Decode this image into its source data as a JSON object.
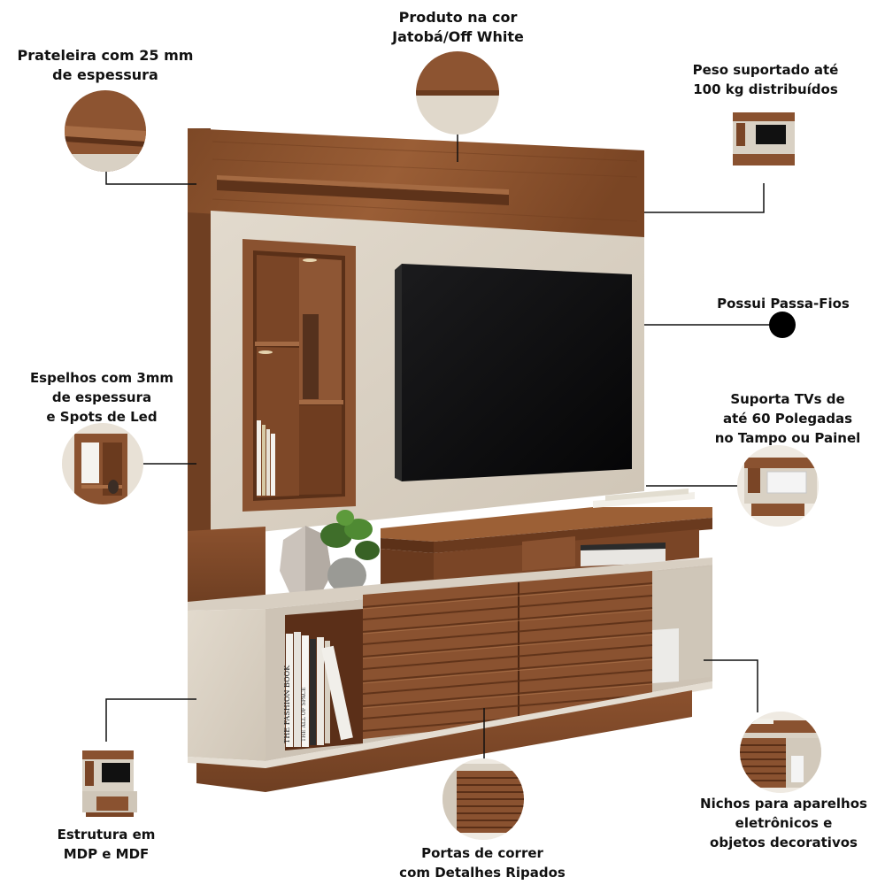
{
  "callouts": {
    "color": {
      "lines": [
        "Produto na cor",
        "Jatobá/Off White"
      ]
    },
    "shelf": {
      "lines": [
        "Prateleira com 25 mm",
        "de espessura"
      ]
    },
    "weight": {
      "lines": [
        "Peso suportado até",
        "100 kg distribuídos"
      ]
    },
    "cable": {
      "lines": [
        "Possui Passa-Fios"
      ]
    },
    "mirrors": {
      "lines": [
        "Espelhos com 3mm",
        "de espessura",
        "e Spots de Led"
      ]
    },
    "tv": {
      "lines": [
        "Suporta TVs de",
        "até 60 Polegadas",
        "no Tampo ou Painel"
      ]
    },
    "structure": {
      "lines": [
        "Estrutura em",
        "MDP e MDF"
      ]
    },
    "doors": {
      "lines": [
        "Portas de correr",
        "com Detalhes Ripados"
      ]
    },
    "niches": {
      "lines": [
        "Nichos para aparelhos",
        "eletrônicos e",
        "objetos decorativos"
      ]
    }
  },
  "books": {
    "spine_main": "THE FASHION BOOK",
    "spine_2": "THE ALL OF SPACE"
  },
  "colors": {
    "jatoba": "#8a5230",
    "jatoba_dark": "#6b3d22",
    "off_white": "#d9d0c3",
    "tv": "#0f0f10",
    "line": "#111111"
  }
}
